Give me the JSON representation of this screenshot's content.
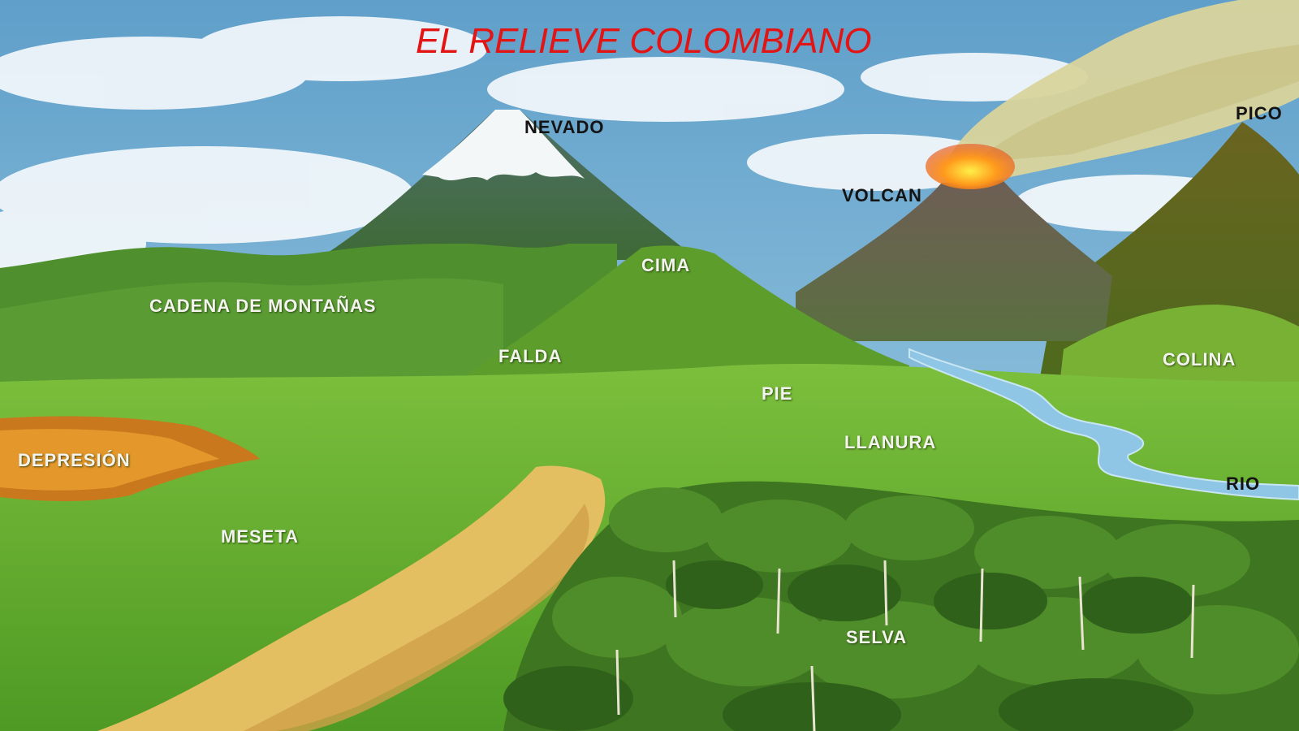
{
  "title": "EL RELIEVE COLOMBIANO",
  "labels": {
    "nevado": "NEVADO",
    "pico": "PICO",
    "volcan": "VOLCAN",
    "cima": "CIMA",
    "cadena": "CADENA DE MONTAÑAS",
    "falda": "FALDA",
    "colina": "COLINA",
    "pie": "PIE",
    "depresion": "DEPRESIÓN",
    "llanura": "LLANURA",
    "rio": "RIO",
    "meseta": "MESETA",
    "selva": "SELVA"
  },
  "colors": {
    "title": "#e31414",
    "sky": "#7fb7d6",
    "grass": "#6fb23a",
    "forest": "#3f7a1f",
    "river": "#8fc6e6",
    "lava": "#ff8a1a",
    "smoke": "#d8d29a"
  }
}
